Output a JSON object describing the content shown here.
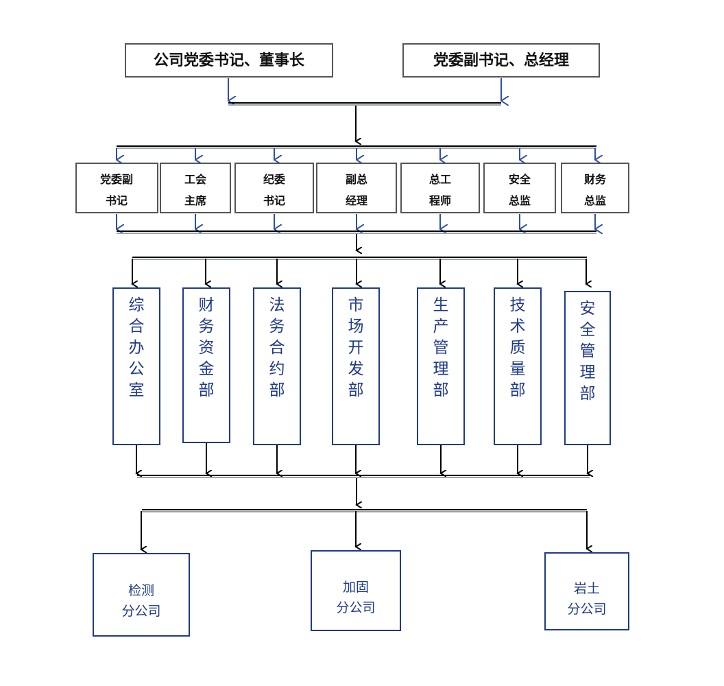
{
  "leaders": [
    {
      "label": "公司党委书记、董事长"
    },
    {
      "label": "党委副书记、总经理"
    }
  ],
  "executives": [
    {
      "lines": [
        "党委副",
        "书记"
      ]
    },
    {
      "lines": [
        "工会",
        "主席"
      ]
    },
    {
      "lines": [
        "纪委",
        "书记"
      ]
    },
    {
      "lines": [
        "副总",
        "经理"
      ]
    },
    {
      "lines": [
        "总工",
        "程师"
      ]
    },
    {
      "lines": [
        "安全",
        "总监"
      ]
    },
    {
      "lines": [
        "财务",
        "总监"
      ]
    }
  ],
  "departments": [
    {
      "chars": [
        "综",
        "合",
        "办",
        "公",
        "室"
      ]
    },
    {
      "chars": [
        "财",
        "务",
        "资",
        "金",
        "部"
      ]
    },
    {
      "chars": [
        "法",
        "务",
        "合",
        "约",
        "部"
      ]
    },
    {
      "chars": [
        "市",
        "场",
        "开",
        "发",
        "部"
      ]
    },
    {
      "chars": [
        "生",
        "产",
        "管",
        "理",
        "部"
      ]
    },
    {
      "chars": [
        "技",
        "术",
        "质",
        "量",
        "部"
      ]
    },
    {
      "chars": [
        "安",
        "全",
        "管",
        "理",
        "部"
      ]
    }
  ],
  "subsidiaries": [
    {
      "lines": [
        "检测",
        "分公司"
      ]
    },
    {
      "lines": [
        "加固",
        "分公司"
      ]
    },
    {
      "lines": [
        "岩土",
        "分公司"
      ]
    }
  ],
  "colors": {
    "box_border_gray": "#555555",
    "box_border_blue": "#1f3a8a",
    "arrow_blue": "#2b4fa6",
    "arrow_black": "#000000",
    "bar_gray": "#9aa6a8"
  }
}
